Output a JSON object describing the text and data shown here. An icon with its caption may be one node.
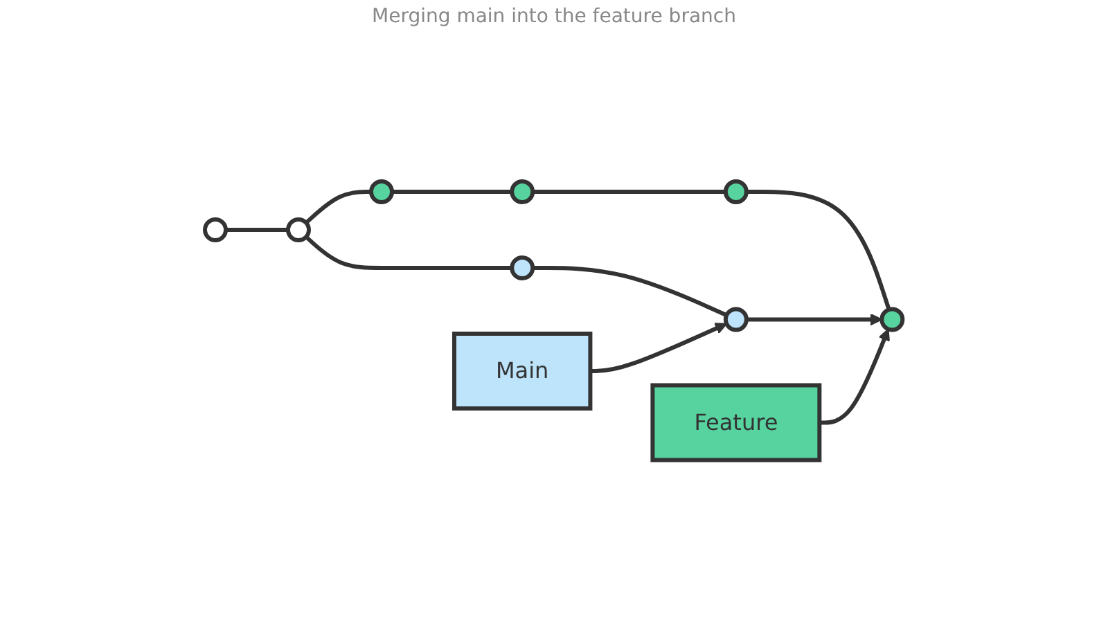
{
  "diagram": {
    "title": "Merging main into the feature branch",
    "nodes": [
      {
        "text": [],
        "shape": "circle"
      },
      {
        "text": [],
        "shape": "circle"
      },
      {
        "text": [],
        "shape": "circle"
      },
      {
        "text": [],
        "shape": "circle"
      },
      {
        "text": [],
        "shape": "circle"
      },
      {
        "text": [],
        "shape": "circle"
      },
      {
        "text": [],
        "shape": "circle"
      },
      {
        "text": [],
        "shape": "circle"
      },
      {
        "text": [
          "Feature"
        ]
      },
      {
        "text": [
          "Main"
        ]
      }
    ],
    "edges": [
      {
        "from": 0,
        "to": 1,
        "arrow": "none"
      },
      {
        "from": 1,
        "to": 2,
        "arrow": "none"
      },
      {
        "from": 2,
        "to": 3,
        "arrow": "none"
      },
      {
        "from": 3,
        "to": 4,
        "arrow": "none"
      },
      {
        "from": 4,
        "to": 5,
        "arrow": "none"
      },
      {
        "from": 1,
        "to": 6,
        "arrow": "none"
      },
      {
        "from": 6,
        "to": 7,
        "arrow": "none"
      },
      {
        "from": 7,
        "to": 5,
        "arrow": "to"
      },
      {
        "from": 8,
        "to": 5,
        "arrow": "to"
      },
      {
        "from": 9,
        "to": 7,
        "arrow": "to"
      }
    ]
  }
}
